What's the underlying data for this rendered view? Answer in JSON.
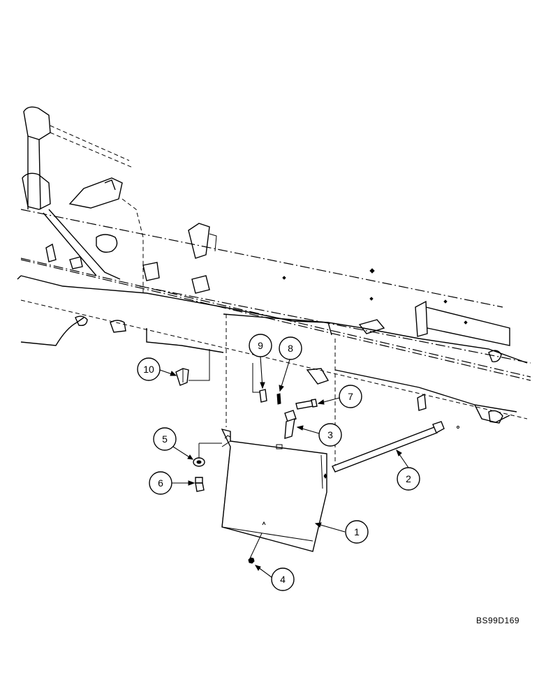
{
  "drawing_code": "BS99D169",
  "callouts": [
    {
      "label": "1"
    },
    {
      "label": "2"
    },
    {
      "label": "3"
    },
    {
      "label": "4"
    },
    {
      "label": "5"
    },
    {
      "label": "6"
    },
    {
      "label": "7"
    },
    {
      "label": "8"
    },
    {
      "label": "9"
    },
    {
      "label": "10"
    }
  ]
}
